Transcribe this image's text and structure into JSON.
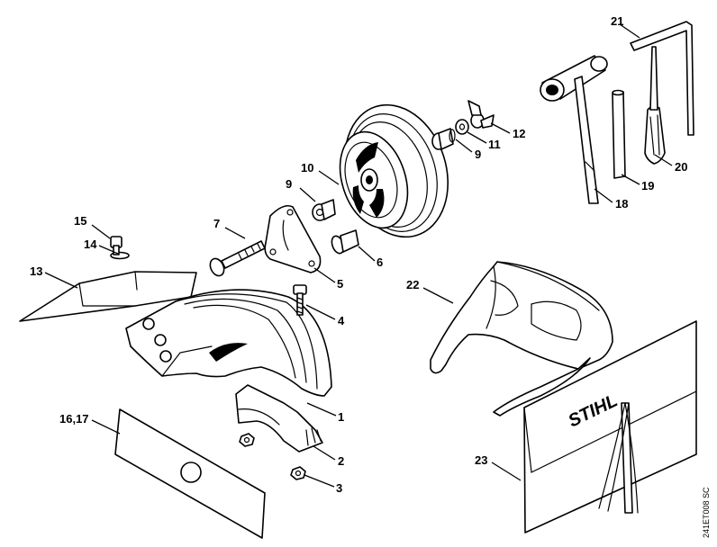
{
  "labels": {
    "p1": "1",
    "p2": "2",
    "p3": "3",
    "p4": "4",
    "p5": "5",
    "p6": "6",
    "p7": "7",
    "p8": "9",
    "p9": "9",
    "p10": "10",
    "p11": "11",
    "p12": "12",
    "p13": "13",
    "p14": "14",
    "p15": "15",
    "p16": "16,17",
    "p18": "18",
    "p19": "19",
    "p20": "20",
    "p21": "21",
    "p22": "22",
    "p23": "23"
  },
  "brand_text": "STIHL",
  "drawing_code": "241ET008 SC"
}
